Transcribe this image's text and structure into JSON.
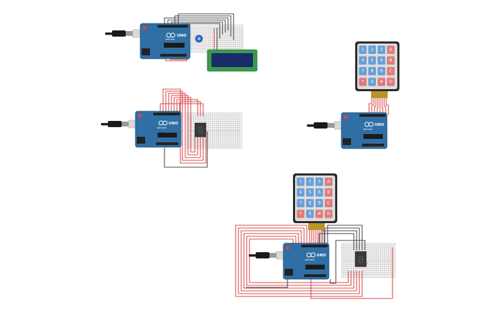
{
  "circuits": [
    {
      "name": "lcd-circuit",
      "board_label": "UNO",
      "brand_label": "ARDUINO",
      "lcd_text": ""
    },
    {
      "name": "seven-seg-circuit",
      "board_label": "UNO",
      "brand_label": "ARDUINO",
      "digit": "8"
    },
    {
      "name": "keypad-circuit",
      "board_label": "UNO",
      "brand_label": "ARDUINO",
      "keys": [
        "1",
        "2",
        "3",
        "A",
        "4",
        "5",
        "6",
        "B",
        "7",
        "8",
        "9",
        "C",
        "*",
        "0",
        "#",
        "D"
      ]
    },
    {
      "name": "keypad-seven-seg-circuit",
      "board_label": "UNO",
      "brand_label": "ARDUINO",
      "digit": "8",
      "keys": [
        "1",
        "2",
        "3",
        "A",
        "4",
        "5",
        "6",
        "B",
        "7",
        "8",
        "9",
        "C",
        "*",
        "0",
        "#",
        "D"
      ]
    }
  ],
  "colors": {
    "board": "#2f6fa5",
    "board_dark": "#1f4f7a",
    "wire_red": "#d94b4b",
    "wire_dark": "#4a4a4a",
    "keypad_blue": "#6a9fd6",
    "keypad_red": "#e07b7b",
    "lcd_green": "#3a9a4a",
    "lcd_screen": "#1a2a6a",
    "breadboard": "#ececec"
  },
  "icons": [
    "usb-plug-icon",
    "arduino-logo-icon",
    "keypad-icon",
    "seven-segment-icon",
    "lcd-icon",
    "breadboard-icon"
  ]
}
